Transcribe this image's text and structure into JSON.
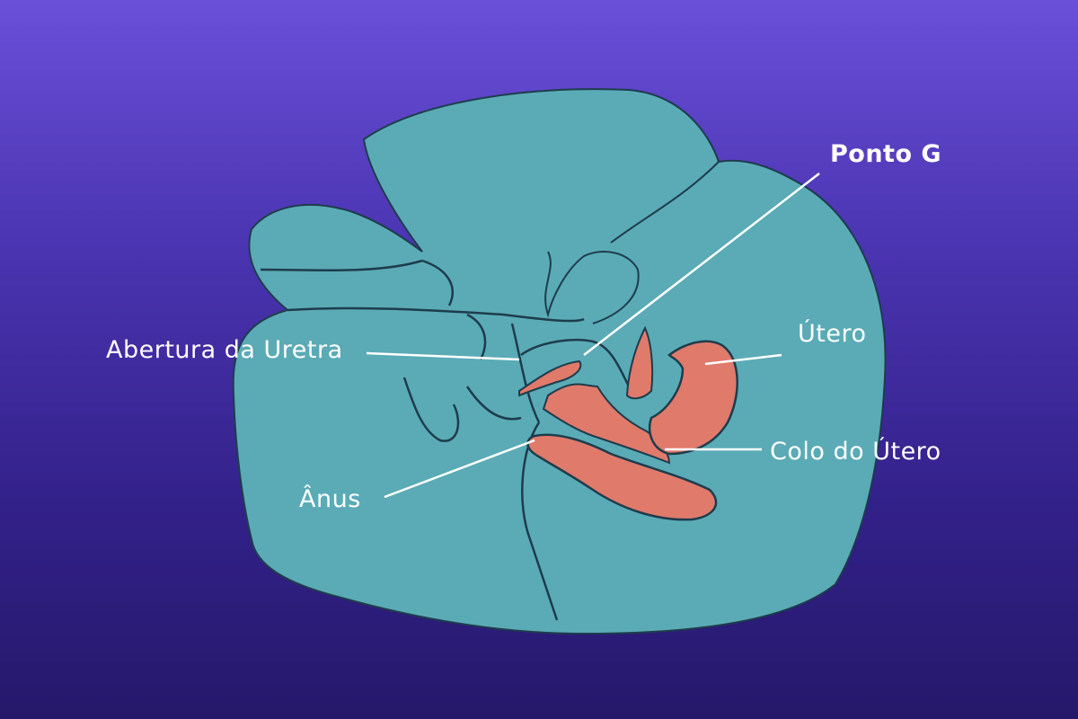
{
  "labels": {
    "g_spot": "Ponto G",
    "urethra": "Abertura da Uretra",
    "uterus": "Útero",
    "cervix": "Colo do Útero",
    "anus": "Ânus"
  },
  "colors": {
    "body": "#5aabb6",
    "organ": "#e07a6b",
    "outline": "#1e3c4c",
    "leader": "#ffffff"
  }
}
